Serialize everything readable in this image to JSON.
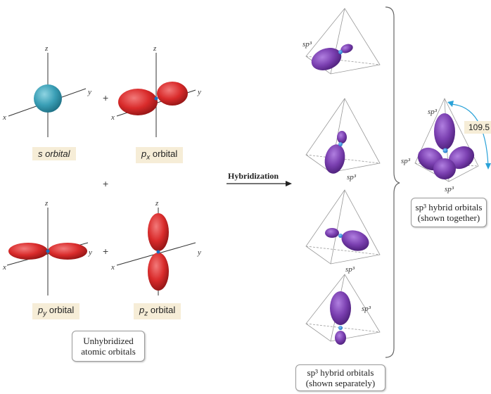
{
  "labels": {
    "s_orbital": "s orbital",
    "px_orbital_base": "p",
    "px_orbital_sub": "x",
    "py_orbital_base": "p",
    "py_orbital_sub": "y",
    "pz_orbital_base": "p",
    "pz_orbital_sub": "z",
    "orbital_word": " orbital",
    "unhybridized_line1": "Unhybridized",
    "unhybridized_line2": "atomic orbitals",
    "hybridization": "Hybridization",
    "sp3_separately_line1": "sp³ hybrid orbitals",
    "sp3_separately_line2": "(shown separately)",
    "sp3_together_line1": "sp³ hybrid orbitals",
    "sp3_together_line2": "(shown together)",
    "angle": "109.5",
    "sp3": "sp³",
    "plus": "+"
  },
  "axes": {
    "x": "x",
    "y": "y",
    "z": "z"
  },
  "colors": {
    "s_orbital": "#3a9fb6",
    "p_orbital": "#d92b2b",
    "hybrid_orbital": "#7a3fb0",
    "nucleus": "#1a6fc0",
    "label_bg": "#f6edd7",
    "angle_arc": "#2aa2d8"
  }
}
